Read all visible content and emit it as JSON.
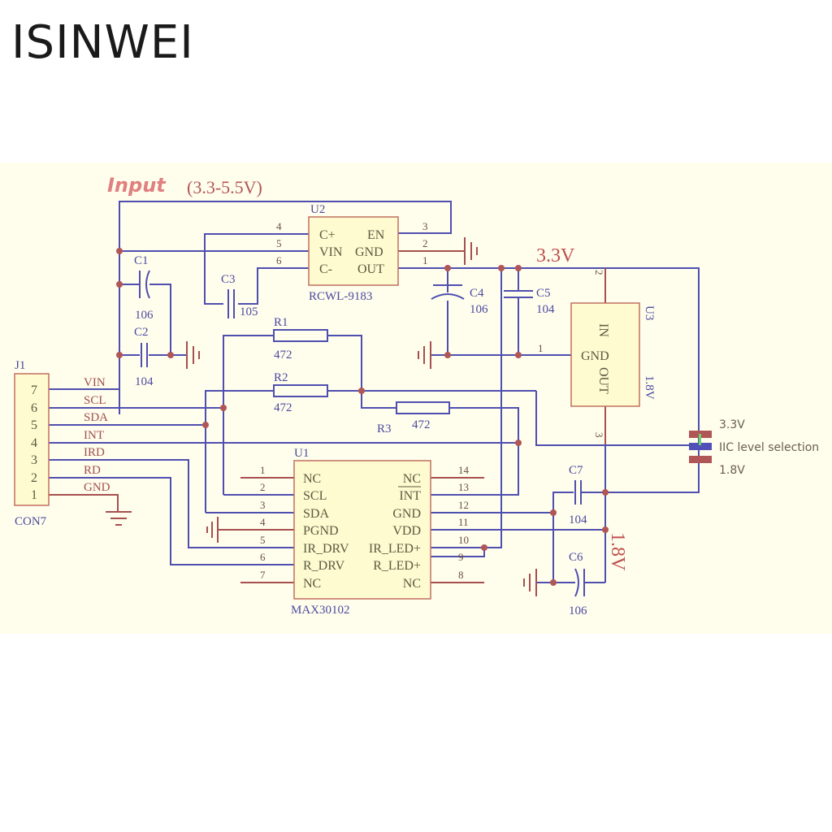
{
  "brand": "ISINWEI",
  "input_label": "Input",
  "input_range": "(3.3-5.5V)",
  "rail_33": "3.3V",
  "rail_18": "1.8V",
  "j1": {
    "ref": "J1",
    "part": "CON7",
    "pins": [
      "7",
      "6",
      "5",
      "4",
      "3",
      "2",
      "1"
    ],
    "nets": [
      "VIN",
      "SCL",
      "SDA",
      "INT",
      "IRD",
      "RD",
      "GND"
    ]
  },
  "u2": {
    "ref": "U2",
    "part": "RCWL-9183",
    "left": [
      {
        "pin": "4",
        "name": "C+"
      },
      {
        "pin": "5",
        "name": "VIN"
      },
      {
        "pin": "6",
        "name": "C-"
      }
    ],
    "right": [
      {
        "pin": "3",
        "name": "EN"
      },
      {
        "pin": "2",
        "name": "GND"
      },
      {
        "pin": "1",
        "name": "OUT"
      }
    ]
  },
  "u3": {
    "ref": "U3",
    "part": "1.8V",
    "pin_in": "IN",
    "pin_gnd": "GND",
    "pin_out": "OUT",
    "pin2": "2",
    "pin1": "1",
    "pin3": "3"
  },
  "u1": {
    "ref": "U1",
    "part": "MAX30102",
    "left": [
      {
        "pin": "1",
        "name": "NC"
      },
      {
        "pin": "2",
        "name": "SCL"
      },
      {
        "pin": "3",
        "name": "SDA"
      },
      {
        "pin": "4",
        "name": "PGND"
      },
      {
        "pin": "5",
        "name": "IR_DRV"
      },
      {
        "pin": "6",
        "name": "R_DRV"
      },
      {
        "pin": "7",
        "name": "NC"
      }
    ],
    "right": [
      {
        "pin": "14",
        "name": "NC"
      },
      {
        "pin": "13",
        "name": "INT"
      },
      {
        "pin": "12",
        "name": "GND"
      },
      {
        "pin": "11",
        "name": "VDD"
      },
      {
        "pin": "10",
        "name": "IR_LED+"
      },
      {
        "pin": "9",
        "name": "R_LED+"
      },
      {
        "pin": "8",
        "name": "NC"
      }
    ]
  },
  "caps": [
    {
      "ref": "C1",
      "value": "106"
    },
    {
      "ref": "C2",
      "value": "104"
    },
    {
      "ref": "C3",
      "value": "105"
    },
    {
      "ref": "C4",
      "value": "106"
    },
    {
      "ref": "C5",
      "value": "104"
    },
    {
      "ref": "C6",
      "value": "106"
    },
    {
      "ref": "C7",
      "value": "104"
    }
  ],
  "resistors": [
    {
      "ref": "R1",
      "value": "472"
    },
    {
      "ref": "R2",
      "value": "472"
    },
    {
      "ref": "R3",
      "value": "472"
    }
  ],
  "jumper": {
    "top": "3.3V",
    "label": "IIC level selection",
    "bottom": "1.8V"
  }
}
